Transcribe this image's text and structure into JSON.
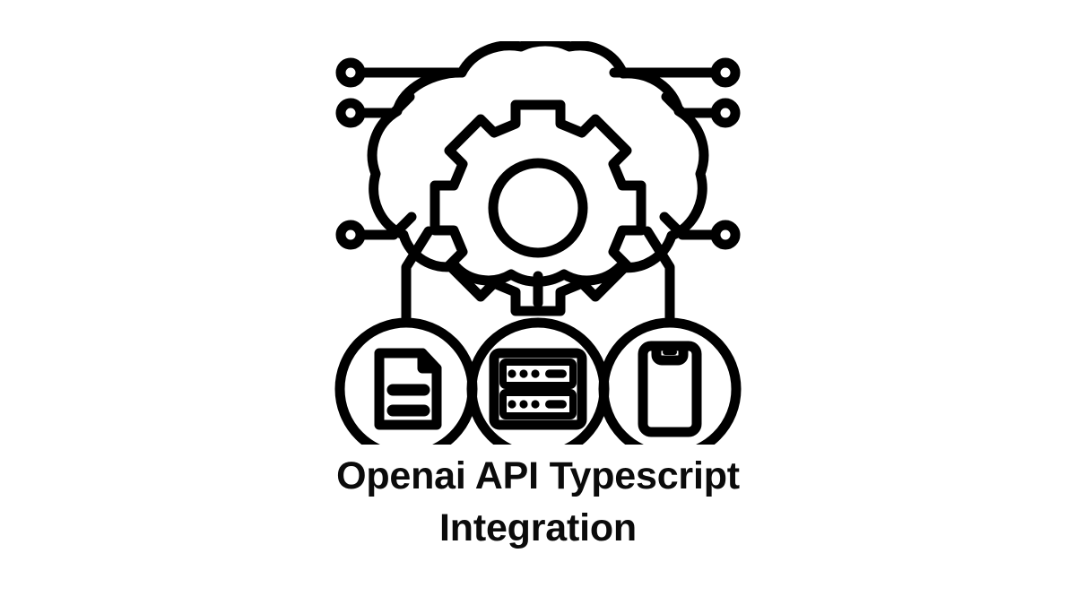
{
  "page": {
    "background_color": "#ffffff",
    "stroke_color": "#000000",
    "text_color": "#0b0b0b"
  },
  "illustration": {
    "name": "cloud-api-integration-illustration",
    "description": "Cloud with gear connected to document, server and mobile device nodes",
    "elements": {
      "cloud": "cloud-shape",
      "gear": "gear-icon",
      "document": "document-icon",
      "server": "server-icon",
      "mobile": "mobile-device-icon",
      "circuit_nodes": 6
    }
  },
  "caption": {
    "line1": "Openai API Typescript",
    "line2": "Integration",
    "full": "Openai API Typescript\nIntegration"
  }
}
